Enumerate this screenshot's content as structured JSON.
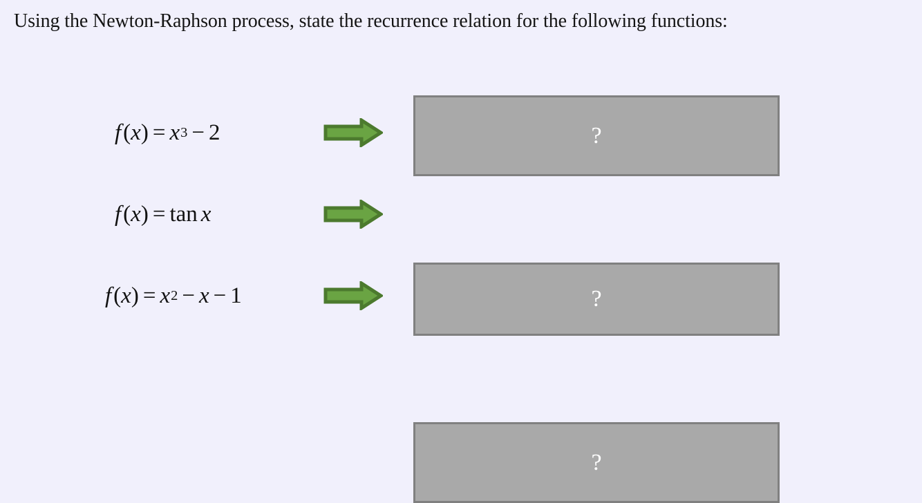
{
  "prompt": {
    "text": "Using the Newton-Raphson process, state the recurrence relation for the following functions:"
  },
  "colors": {
    "background": "#f1f0fc",
    "text": "#141414",
    "arrow_fill": "#6aa443",
    "arrow_stroke": "#4c7a2e",
    "answer_box_fill": "#a9a9a9",
    "answer_box_border": "#808080",
    "question_mark": "#ffffff"
  },
  "rows": [
    {
      "equation": {
        "plain": "f(x) = x^3 - 2",
        "fname": "f",
        "open_paren": "(",
        "variable": "x",
        "close_paren": ")",
        "equals": "=",
        "base": "x",
        "exponent": "3",
        "minus": "−",
        "constant": "2"
      },
      "arrow": {
        "icon": "right-arrow-icon"
      },
      "answer": {
        "placeholder": "?"
      }
    },
    {
      "equation": {
        "plain": "f(x) = tan x",
        "fname": "f",
        "open_paren": "(",
        "variable": "x",
        "close_paren": ")",
        "equals": "=",
        "function_name": "tan",
        "argument": "x"
      },
      "arrow": {
        "icon": "right-arrow-icon"
      },
      "answer": {
        "placeholder": "?"
      }
    },
    {
      "equation": {
        "plain": "f(x) = x^2 - x - 1",
        "fname": "f",
        "open_paren": "(",
        "variable": "x",
        "close_paren": ")",
        "equals": "=",
        "base": "x",
        "exponent": "2",
        "minus": "−",
        "linear_term": "x",
        "minus2": "−",
        "constant": "1"
      },
      "arrow": {
        "icon": "right-arrow-icon"
      },
      "answer": {
        "placeholder": "?"
      }
    }
  ]
}
